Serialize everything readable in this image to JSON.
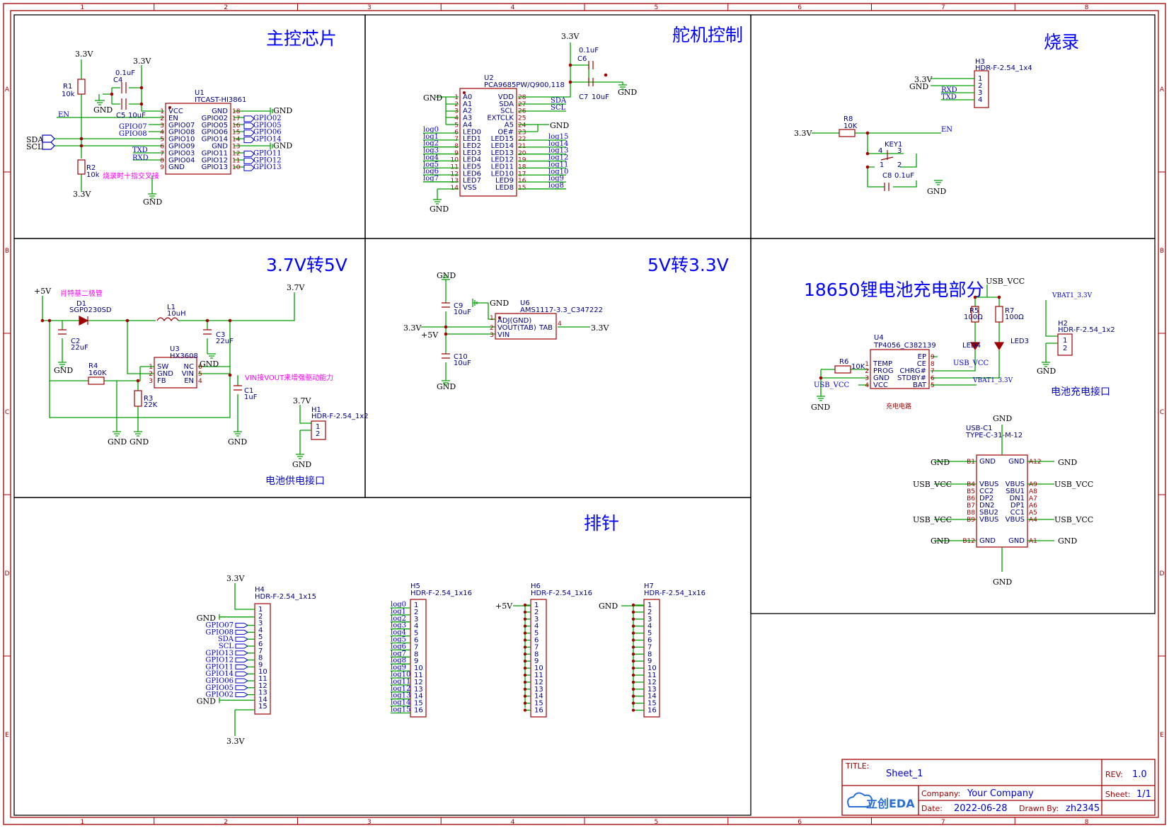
{
  "colors": {
    "wire": "#00a000",
    "part": "#a00000",
    "title": "#0000ff",
    "net": "#000000",
    "note": "#ff00ff"
  },
  "ruler": {
    "cols": [
      "1",
      "2",
      "3",
      "4",
      "5",
      "6",
      "7",
      "8"
    ],
    "rows": [
      "A",
      "B",
      "C",
      "D",
      "E"
    ]
  },
  "sections": {
    "mcu": "主控芯片",
    "servo": "舵机控制",
    "burn": "烧录",
    "boost": "3.7V转5V",
    "ldo": "5V转3.3V",
    "charge": "18650锂电池充电部分",
    "header": "排针"
  },
  "mcu": {
    "u1_ref": "U1",
    "u1_name": "ITCAST-HI3861",
    "pins_left": [
      {
        "n": "1",
        "t": "VCC"
      },
      {
        "n": "2",
        "t": "EN"
      },
      {
        "n": "3",
        "t": "GPIO07"
      },
      {
        "n": "4",
        "t": "GPIO08"
      },
      {
        "n": "5",
        "t": "GPIO10"
      },
      {
        "n": "6",
        "t": "GPIO09"
      },
      {
        "n": "7",
        "t": "GPIO03"
      },
      {
        "n": "8",
        "t": "GPIO04"
      },
      {
        "n": "9",
        "t": "GND"
      }
    ],
    "pins_right": [
      {
        "n": "18",
        "t": "GND"
      },
      {
        "n": "17",
        "t": "GPIO02"
      },
      {
        "n": "16",
        "t": "GPIO05"
      },
      {
        "n": "15",
        "t": "GPIO06"
      },
      {
        "n": "14",
        "t": "GPIO14"
      },
      {
        "n": "13",
        "t": "GND"
      },
      {
        "n": "12",
        "t": "GPIO11"
      },
      {
        "n": "11",
        "t": "GPIO12"
      },
      {
        "n": "10",
        "t": "GPIO13"
      }
    ],
    "right_nets": [
      "GND",
      "GPIO02",
      "GPIO05",
      "GPIO06",
      "GPIO14",
      "GND",
      "GPIO11",
      "GPIO12",
      "GPIO13"
    ],
    "left_nets": {
      "en": "EN",
      "gpio07": "GPIO07",
      "gpio08": "GPIO08",
      "sda": "SDA",
      "scl": "SCL",
      "txd": "TXD",
      "rxd": "RXD"
    },
    "r1": "R1",
    "r1v": "10k",
    "r2": "R2",
    "r2v": "10k",
    "c4": "C4",
    "c4v": "0.1uF",
    "c5": "C5",
    "c5v": "10uF",
    "v33a": "3.3V",
    "v33b": "3.3V",
    "v33c": "3.3V",
    "gnd1": "GND",
    "gnd2": "GND",
    "note": "烧录时十指交叉接"
  },
  "servo": {
    "u2_ref": "U2",
    "u2_name": "PCA9685PW/Q900,118",
    "pins_left": [
      {
        "n": "1",
        "t": "A0"
      },
      {
        "n": "2",
        "t": "A1"
      },
      {
        "n": "3",
        "t": "A2"
      },
      {
        "n": "4",
        "t": "A3"
      },
      {
        "n": "5",
        "t": "A4"
      },
      {
        "n": "6",
        "t": "LED0"
      },
      {
        "n": "7",
        "t": "LED1"
      },
      {
        "n": "8",
        "t": "LED2"
      },
      {
        "n": "9",
        "t": "LED3"
      },
      {
        "n": "10",
        "t": "LED4"
      },
      {
        "n": "11",
        "t": "LED5"
      },
      {
        "n": "12",
        "t": "LED6"
      },
      {
        "n": "13",
        "t": "LED7"
      },
      {
        "n": "14",
        "t": "VSS"
      }
    ],
    "pins_right": [
      {
        "n": "28",
        "t": "VDD"
      },
      {
        "n": "27",
        "t": "SDA"
      },
      {
        "n": "26",
        "t": "SCL"
      },
      {
        "n": "25",
        "t": "EXTCLK"
      },
      {
        "n": "24",
        "t": "A5"
      },
      {
        "n": "23",
        "t": "OE#"
      },
      {
        "n": "22",
        "t": "LED15"
      },
      {
        "n": "21",
        "t": "LED14"
      },
      {
        "n": "20",
        "t": "LED13"
      },
      {
        "n": "19",
        "t": "LED12"
      },
      {
        "n": "18",
        "t": "LED11"
      },
      {
        "n": "17",
        "t": "LED10"
      },
      {
        "n": "16",
        "t": "LED9"
      },
      {
        "n": "15",
        "t": "LED8"
      }
    ],
    "log_left": [
      "log0",
      "log1",
      "log2",
      "log3",
      "log4",
      "log5",
      "log6",
      "log7"
    ],
    "log_right": [
      "log15",
      "log14",
      "log13",
      "log12",
      "log11",
      "log10",
      "log9",
      "log8"
    ],
    "sda": "SDA",
    "scl": "SCL",
    "c6": "C6",
    "c6v": "0.1uF",
    "c7": "C7",
    "c7v": "10uF",
    "v33": "3.3V",
    "gnd_a": "GND",
    "gnd_b": "GND",
    "gnd_c": "GND",
    "gnd_d": "GND"
  },
  "burn": {
    "h3_ref": "H3",
    "h3_name": "HDR-F-2.54_1x4",
    "pins": [
      "1",
      "2",
      "3",
      "4"
    ],
    "nets": [
      "3.3V",
      "GND",
      "RXD",
      "TXD"
    ],
    "r8": "R8",
    "r8v": "10K",
    "v33": "3.3V",
    "en": "EN",
    "key": "KEY1",
    "key_pins": [
      "4",
      "3",
      "1",
      "2"
    ],
    "c8": "C8",
    "c8v": "0.1uF",
    "gnd": "GND"
  },
  "boost": {
    "vin": "+5V",
    "vout": "3.7V",
    "diode_note": "肖特基二极管",
    "d1": "D1",
    "d1v": "SGP0230SD",
    "l1": "L1",
    "l1v": "10uH",
    "u3_ref": "U3",
    "u3_name": "HX3608",
    "pins_left": [
      {
        "n": "1",
        "t": "SW"
      },
      {
        "n": "2",
        "t": "GND"
      },
      {
        "n": "3",
        "t": "FB"
      }
    ],
    "pins_right": [
      {
        "n": "6",
        "t": "NC"
      },
      {
        "n": "5",
        "t": "VIN"
      },
      {
        "n": "4",
        "t": "EN"
      }
    ],
    "c2": "C2",
    "c2v": "22uF",
    "c3": "C3",
    "c3v": "22uF",
    "c1": "C1",
    "c1v": "1uF",
    "r4": "R4",
    "r4v": "160K",
    "r3": "R3",
    "r3v": "22K",
    "note": "VIN接VOUT来增强驱动能力",
    "gnds": [
      "GND",
      "GND",
      "GND",
      "GND",
      "GND"
    ],
    "h1_ref": "H1",
    "h1_name": "HDR-F-2.54_1x2",
    "h1_v": "3.7V",
    "h1_pins": [
      "1",
      "2"
    ],
    "h1_gnd": "GND",
    "h1_caption": "电池供电接口"
  },
  "ldo": {
    "u6_ref": "U6",
    "u6_name": "AMS1117-3.3_C347222",
    "pins": [
      {
        "n": "1",
        "t": "ADJ(GND)"
      },
      {
        "n": "2",
        "t": "VOUT(TAB)"
      },
      {
        "n": "3",
        "t": "VIN"
      },
      {
        "n": "4",
        "t": "TAB"
      }
    ],
    "c9": "C9",
    "c9v": "10uF",
    "c10": "C10",
    "c10v": "10uF",
    "v33_in": "3.3V",
    "v5": "+5V",
    "v33_out": "3.3V",
    "gnd_top": "GND",
    "gnd_mid": "GND",
    "gnd_bot": "GND"
  },
  "charge": {
    "u4_ref": "U4",
    "u4_name": "TP4056_C382139",
    "pins_left": [
      {
        "n": "1",
        "t": "TEMP"
      },
      {
        "n": "2",
        "t": "PROG"
      },
      {
        "n": "3",
        "t": "GND"
      },
      {
        "n": "4",
        "t": "VCC"
      }
    ],
    "pins_right": [
      {
        "n": "9",
        "t": "EP"
      },
      {
        "n": "8",
        "t": "CE"
      },
      {
        "n": "7",
        "t": "CHRG#"
      },
      {
        "n": "6",
        "t": "STDBY#"
      },
      {
        "n": "5",
        "t": "BAT"
      }
    ],
    "usb_vcc_top": "USB_VCC",
    "r5": "R5",
    "r5v": "100Ω",
    "r7": "R7",
    "r7v": "100Ω",
    "led4": "LED4",
    "led3": "LED3",
    "r6": "R6",
    "r6v": "10K",
    "usb_vcc_ce": "USB_VCC",
    "usb_vcc_in": "USB_VCC",
    "vbat_out": "VBAT1_3.3V",
    "gnd": "GND",
    "caption": "充电电路",
    "h2_ref": "H2",
    "h2_name": "HDR-F-2.54_1x2",
    "h2_pins": [
      "1",
      "2"
    ],
    "h2_net": "VBAT1_3.3V",
    "h2_gnd": "GND",
    "h2_caption": "电池充电接口",
    "usbc_ref": "USB-C1",
    "usbc_name": "TYPE-C-31-M-12",
    "usb_left": [
      {
        "n": "B1",
        "t": "GND"
      },
      {
        "n": "B4",
        "t": "VBUS"
      },
      {
        "n": "B5",
        "t": "CC2"
      },
      {
        "n": "B6",
        "t": "DP2"
      },
      {
        "n": "B7",
        "t": "DN2"
      },
      {
        "n": "B8",
        "t": "SBU2"
      },
      {
        "n": "B9",
        "t": "VBUS"
      },
      {
        "n": "B12",
        "t": "GND"
      }
    ],
    "usb_right": [
      {
        "n": "A12",
        "t": "GND"
      },
      {
        "n": "A9",
        "t": "VBUS"
      },
      {
        "n": "A8",
        "t": "SBU1"
      },
      {
        "n": "A7",
        "t": "DN1"
      },
      {
        "n": "A6",
        "t": "DP1"
      },
      {
        "n": "A5",
        "t": "CC1"
      },
      {
        "n": "A4",
        "t": "VBUS"
      },
      {
        "n": "A1",
        "t": "GND"
      }
    ],
    "usb_nets": {
      "gnd_top": "GND",
      "gnd_bot": "GND",
      "gnd_l1": "GND",
      "gnd_r1": "GND",
      "vcc_l1": "USB_VCC",
      "vcc_r1": "USB_VCC",
      "vcc_l2": "USB_VCC",
      "vcc_r2": "USB_VCC",
      "gnd_l2": "GND",
      "gnd_r2": "GND"
    }
  },
  "headers": {
    "h4": {
      "ref": "H4",
      "name": "HDR-F-2.54_1x15",
      "top": "3.3V",
      "bottom": "3.3V",
      "pins": [
        "1",
        "2",
        "3",
        "4",
        "5",
        "6",
        "7",
        "8",
        "9",
        "10",
        "11",
        "12",
        "13",
        "14",
        "15"
      ],
      "nets": [
        "",
        "GND",
        "GPIO07",
        "GPIO08",
        "SDA",
        "SCL",
        "GPIO13",
        "GPIO12",
        "GPIO11",
        "GPIO14",
        "GPIO06",
        "GPIO05",
        "GPIO02",
        "GND",
        ""
      ]
    },
    "h5": {
      "ref": "H5",
      "name": "HDR-F-2.54_1x16",
      "pins": [
        "1",
        "2",
        "3",
        "4",
        "5",
        "6",
        "7",
        "8",
        "9",
        "10",
        "11",
        "12",
        "13",
        "14",
        "15",
        "16"
      ],
      "nets": [
        "log0",
        "log1",
        "log2",
        "log3",
        "log4",
        "log5",
        "log6",
        "log7",
        "log8",
        "log9",
        "log10",
        "log11",
        "log12",
        "log13",
        "log14",
        "log15"
      ]
    },
    "h6": {
      "ref": "H6",
      "name": "HDR-F-2.54_1x16",
      "net": "+5V",
      "pins": [
        "1",
        "2",
        "3",
        "4",
        "5",
        "6",
        "7",
        "8",
        "9",
        "10",
        "11",
        "12",
        "13",
        "14",
        "15",
        "16"
      ]
    },
    "h7": {
      "ref": "H7",
      "name": "HDR-F-2.54_1x16",
      "net": "GND",
      "pins": [
        "1",
        "2",
        "3",
        "4",
        "5",
        "6",
        "7",
        "8",
        "9",
        "10",
        "11",
        "12",
        "13",
        "14",
        "15",
        "16"
      ]
    }
  },
  "titleblock": {
    "title_label": "TITLE:",
    "title": "Sheet_1",
    "rev_label": "REV:",
    "rev": "1.0",
    "company_label": "Company:",
    "company": "Your Company",
    "sheet_label": "Sheet:",
    "sheet": "1/1",
    "date_label": "Date:",
    "date": "2022-06-28",
    "drawn_label": "Drawn By:",
    "drawn": "zh2345",
    "logo": "立创EDA"
  }
}
